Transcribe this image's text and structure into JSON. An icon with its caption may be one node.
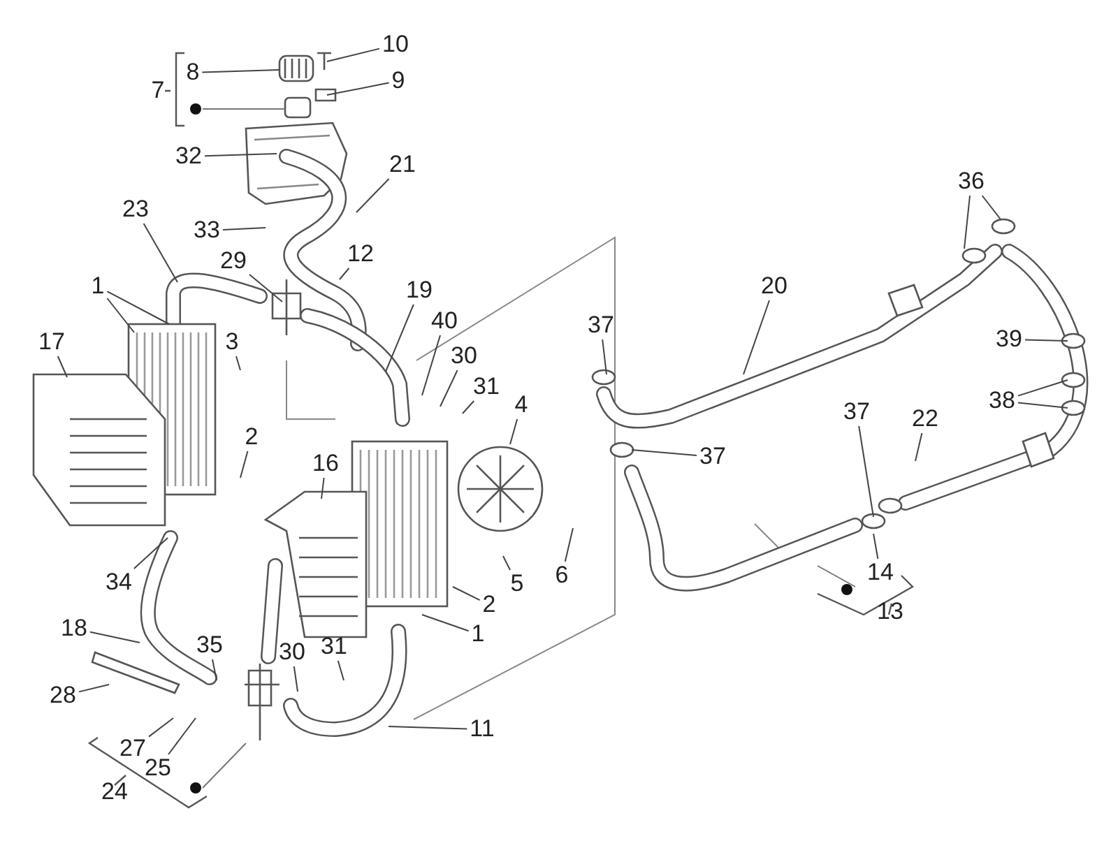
{
  "diagram": {
    "nodes": [
      {
        "text": [
          "10"
        ]
      },
      {
        "text": [
          "8"
        ]
      },
      {
        "text": [
          "9"
        ]
      },
      {
        "text": [
          "7"
        ]
      },
      {
        "text": [
          "32"
        ]
      },
      {
        "text": [
          "21"
        ]
      },
      {
        "text": [
          "23"
        ]
      },
      {
        "text": [
          "33"
        ]
      },
      {
        "text": [
          "12"
        ]
      },
      {
        "text": [
          "29"
        ]
      },
      {
        "text": [
          "1"
        ]
      },
      {
        "text": [
          "17"
        ]
      },
      {
        "text": [
          "3"
        ]
      },
      {
        "text": [
          "19"
        ]
      },
      {
        "text": [
          "40"
        ]
      },
      {
        "text": [
          "30"
        ]
      },
      {
        "text": [
          "31"
        ]
      },
      {
        "text": [
          "4"
        ]
      },
      {
        "text": [
          "20"
        ]
      },
      {
        "text": [
          "37"
        ]
      },
      {
        "text": [
          "36"
        ]
      },
      {
        "text": [
          "39"
        ]
      },
      {
        "text": [
          "38"
        ]
      },
      {
        "text": [
          "2"
        ]
      },
      {
        "text": [
          "16"
        ]
      },
      {
        "text": [
          "34"
        ]
      },
      {
        "text": [
          "37"
        ]
      },
      {
        "text": [
          "22"
        ]
      },
      {
        "text": [
          "37"
        ]
      },
      {
        "text": [
          "6"
        ]
      },
      {
        "text": [
          "5"
        ]
      },
      {
        "text": [
          "2"
        ]
      },
      {
        "text": [
          "1"
        ]
      },
      {
        "text": [
          "14"
        ]
      },
      {
        "text": [
          "13"
        ]
      },
      {
        "text": [
          "18"
        ]
      },
      {
        "text": [
          "35"
        ]
      },
      {
        "text": [
          "30"
        ]
      },
      {
        "text": [
          "31"
        ]
      },
      {
        "text": [
          "11"
        ]
      },
      {
        "text": [
          "28"
        ]
      },
      {
        "text": [
          "27"
        ]
      },
      {
        "text": [
          "25"
        ]
      },
      {
        "text": [
          "24"
        ]
      }
    ],
    "edges": [
      {
        "from": 0,
        "to": null,
        "arrow": "none"
      },
      {
        "from": 1,
        "to": null,
        "arrow": "none"
      },
      {
        "from": 2,
        "to": null,
        "arrow": "none"
      },
      {
        "from": 4,
        "to": null,
        "arrow": "none"
      },
      {
        "from": 5,
        "to": null,
        "arrow": "none"
      },
      {
        "from": 6,
        "to": null,
        "arrow": "none"
      },
      {
        "from": 7,
        "to": null,
        "arrow": "none"
      },
      {
        "from": 8,
        "to": null,
        "arrow": "none"
      },
      {
        "from": 9,
        "to": null,
        "arrow": "none"
      },
      {
        "from": 10,
        "to": null,
        "arrow": "none"
      },
      {
        "from": 10,
        "to": null,
        "arrow": "none"
      },
      {
        "from": 11,
        "to": null,
        "arrow": "none"
      },
      {
        "from": 12,
        "to": null,
        "arrow": "none"
      },
      {
        "from": 13,
        "to": null,
        "arrow": "none"
      },
      {
        "from": 14,
        "to": null,
        "arrow": "none"
      },
      {
        "from": 15,
        "to": null,
        "arrow": "none"
      },
      {
        "from": 16,
        "to": null,
        "arrow": "none"
      },
      {
        "from": 17,
        "to": null,
        "arrow": "none"
      },
      {
        "from": 18,
        "to": null,
        "arrow": "none"
      },
      {
        "from": 19,
        "to": null,
        "arrow": "none"
      },
      {
        "from": 20,
        "to": null,
        "arrow": "none"
      },
      {
        "from": 20,
        "to": null,
        "arrow": "none"
      },
      {
        "from": 21,
        "to": null,
        "arrow": "none"
      },
      {
        "from": 22,
        "to": null,
        "arrow": "none"
      },
      {
        "from": 22,
        "to": null,
        "arrow": "none"
      },
      {
        "from": 23,
        "to": null,
        "arrow": "none"
      },
      {
        "from": 24,
        "to": null,
        "arrow": "none"
      },
      {
        "from": 25,
        "to": null,
        "arrow": "none"
      },
      {
        "from": 26,
        "to": null,
        "arrow": "none"
      },
      {
        "from": 27,
        "to": null,
        "arrow": "none"
      },
      {
        "from": 28,
        "to": null,
        "arrow": "none"
      },
      {
        "from": 29,
        "to": null,
        "arrow": "none"
      },
      {
        "from": 30,
        "to": null,
        "arrow": "none"
      },
      {
        "from": 31,
        "to": null,
        "arrow": "none"
      },
      {
        "from": 32,
        "to": null,
        "arrow": "none"
      },
      {
        "from": 33,
        "to": null,
        "arrow": "none"
      },
      {
        "from": 35,
        "to": null,
        "arrow": "none"
      },
      {
        "from": 36,
        "to": null,
        "arrow": "none"
      },
      {
        "from": 37,
        "to": null,
        "arrow": "none"
      },
      {
        "from": 38,
        "to": null,
        "arrow": "none"
      },
      {
        "from": 39,
        "to": null,
        "arrow": "none"
      },
      {
        "from": 40,
        "to": null,
        "arrow": "none"
      },
      {
        "from": 41,
        "to": null,
        "arrow": "none"
      },
      {
        "from": 42,
        "to": null,
        "arrow": "none"
      }
    ]
  }
}
